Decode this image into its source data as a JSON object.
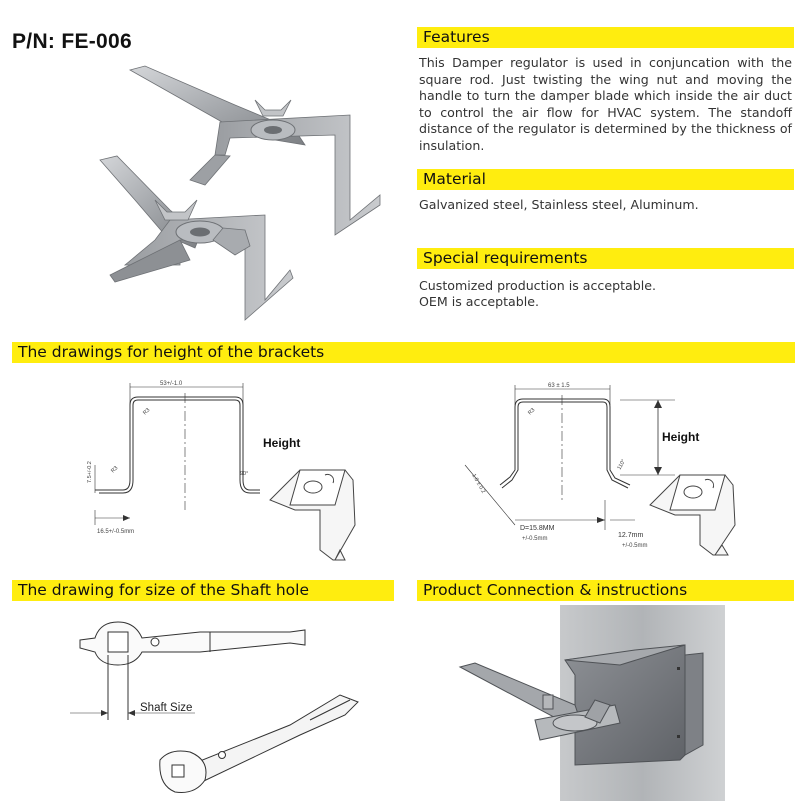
{
  "part_number": "P/N: FE-006",
  "features": {
    "heading": "Features",
    "text": "This Damper regulator is used in conjuncation with the square rod. Just twisting the wing nut and moving the handle to turn the damper blade which inside the air duct to control the air flow for HVAC system. The standoff distance of the regulator is determined by the thickness of insulation."
  },
  "material": {
    "heading": "Material",
    "text": "Galvanized steel, Stainless steel, Aluminum."
  },
  "special": {
    "heading": "Special requirements",
    "line1": "Customized production is acceptable.",
    "line2": "OEM is acceptable."
  },
  "drawings_height": {
    "heading": "The drawings for height of the brackets",
    "left": {
      "label": "Height",
      "top_dim": "53+/-1.0",
      "bottom_dim": "16.5+/-0.5mm",
      "side_dim": "7.5+/-0.2",
      "radius_a": "R3",
      "radius_b": "R3",
      "angle": "90°"
    },
    "right": {
      "label": "Height",
      "top_dim": "63 ± 1.5",
      "side_dim": "1.0 ± 0.2",
      "radius": "R3",
      "angle": "110°",
      "d_dim": "D=15.8MM",
      "d_tol": "+/-0.5mm",
      "r_dim": "12.7mm",
      "r_tol": "+/-0.5mm"
    }
  },
  "shaft_hole": {
    "heading": "The drawing for size of the Shaft hole",
    "label": "Shaft Size"
  },
  "connection": {
    "heading": "Product Connection & instructions"
  },
  "colors": {
    "accent": "#ffed0f",
    "text": "#111111",
    "metal": "#a9acb0"
  }
}
